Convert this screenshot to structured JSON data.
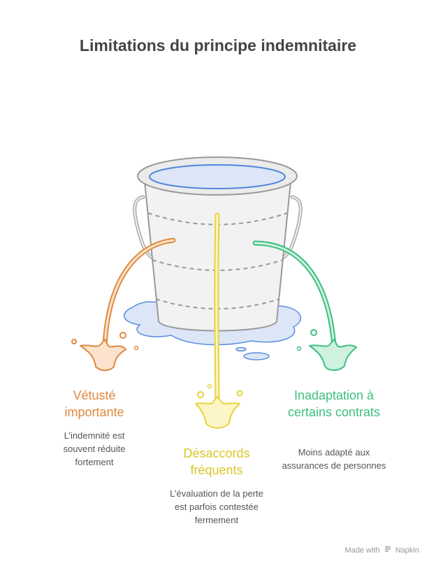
{
  "title": "Limitations du principe indemnitaire",
  "items": [
    {
      "heading": "Vétusté importante",
      "description": "L’indemnité est souvent réduite fortement",
      "color": "#E08A3C"
    },
    {
      "heading": "Désaccords fréquents",
      "description": "L’évaluation de la perte est parfois contestée fermement",
      "color": "#E6D43A"
    },
    {
      "heading": "Inadaptation à certains contrats",
      "description": "Moins adapté aux assurances de personnes",
      "color": "#3FBF7F"
    }
  ],
  "footer": {
    "made_with": "Made with",
    "brand": "Napkin"
  },
  "icons": [
    "bucket-icon",
    "water-puddle-icon",
    "splash-icon",
    "napkin-logo-icon"
  ]
}
